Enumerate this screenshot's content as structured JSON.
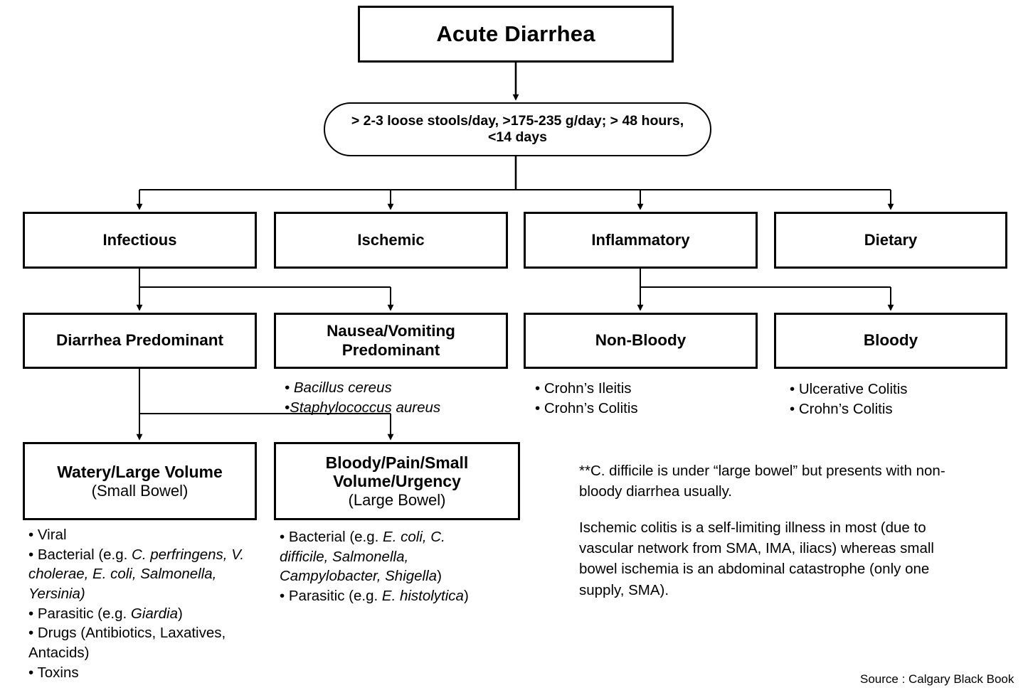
{
  "diagram": {
    "title_node": {
      "label": "Acute Diarrhea"
    },
    "criteria_node": {
      "label": "> 2-3 loose stools/day, >175-235 g/day; > 48 hours, <14 days"
    },
    "categories": [
      {
        "label": "Infectious"
      },
      {
        "label": "Ischemic"
      },
      {
        "label": "Inflammatory"
      },
      {
        "label": "Dietary"
      }
    ],
    "subcategories": [
      {
        "label": "Diarrhea Predominant"
      },
      {
        "label_line1": "Nausea/Vomiting",
        "label_line2": "Predominant"
      },
      {
        "label": "Non-Bloody"
      },
      {
        "label": "Bloody"
      }
    ],
    "leaves": [
      {
        "line1": "Watery/Large Volume",
        "line2": "(Small Bowel)"
      },
      {
        "line1": "Bloody/Pain/Small",
        "line2": "Volume/Urgency",
        "line3": "(Large Bowel)"
      }
    ],
    "bullets_nausea": [
      "• Bacillus cereus",
      "•Staphylococcus aureus"
    ],
    "bullets_nonbloody": [
      "• Crohn’s Ileitis",
      "• Crohn’s Colitis"
    ],
    "bullets_bloody": [
      "• Ulcerative Colitis",
      "• Crohn’s Colitis"
    ],
    "bullets_small_bowel": [
      {
        "plain": "• Viral",
        "italic": ""
      },
      {
        "plain": "• Bacterial (e.g. ",
        "italic": "C. perfringens, V. cholerae, E. coli, Salmonella, Yersinia)"
      },
      {
        "plain": "• Parasitic (e.g. ",
        "italic": "Giardia",
        "tail": ")"
      },
      {
        "plain": "• Drugs (Antibiotics, Laxatives, Antacids)",
        "italic": ""
      },
      {
        "plain": "• Toxins",
        "italic": ""
      }
    ],
    "bullets_large_bowel": [
      {
        "plain": "• Bacterial (e.g. ",
        "italic": "E. coli, C. difficile, Salmonella, Campylobacter, Shigella",
        "tail": ")"
      },
      {
        "plain": "• Parasitic (e.g. ",
        "italic": "E. histolytica",
        "tail": ")"
      }
    ],
    "notes": {
      "note1": "**C. difficile is under “large bowel” but presents with non-bloody diarrhea usually.",
      "note2": "Ischemic colitis is a self-limiting illness in most (due to vascular network from SMA, IMA, iliacs) whereas small bowel ischemia is an abdominal catastrophe (only one supply, SMA)."
    },
    "source": "Source : Calgary Black Book",
    "colors": {
      "stroke": "#000000",
      "background": "#ffffff",
      "text": "#000000"
    }
  }
}
